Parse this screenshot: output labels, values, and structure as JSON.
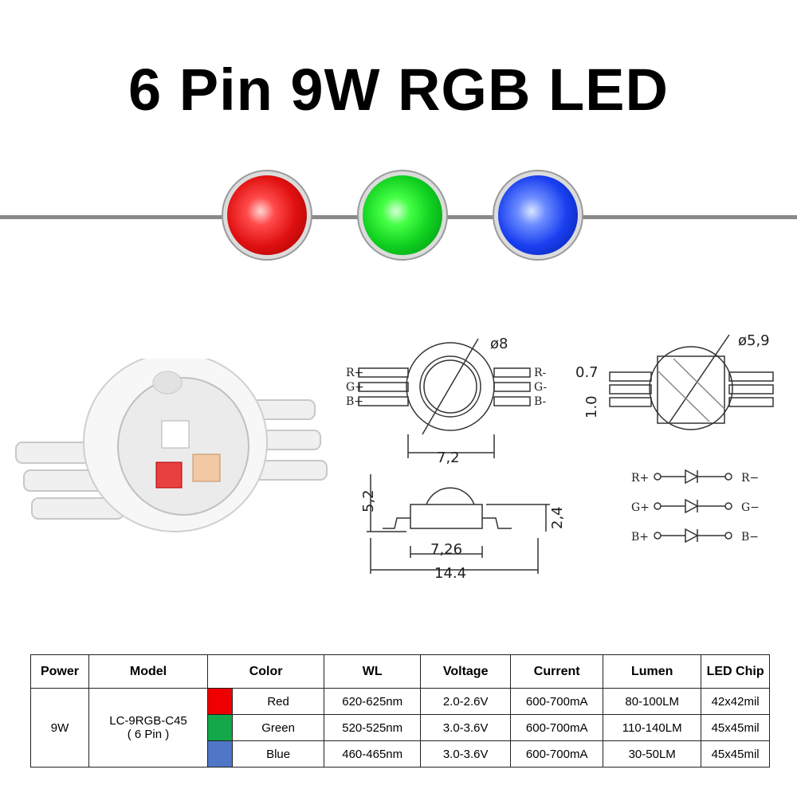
{
  "title": "6 Pin 9W RGB LED",
  "colors": {
    "red": "#ee0000",
    "green": "#13a84a",
    "blue": "#4f76c7"
  },
  "dimensions": {
    "lens_diameter": "ø8",
    "dome_diameter": "ø5,9",
    "body_width": "7,2",
    "pad_width": "0.7",
    "pad_pitch": "1.0",
    "height": "5,2",
    "base_height": "2,4",
    "base_width": "7,26",
    "total_length": "14.4"
  },
  "pins": {
    "left": [
      "R+",
      "G+",
      "B+"
    ],
    "right": [
      "R-",
      "G-",
      "B-"
    ],
    "schematic_left": [
      "R+",
      "G+",
      "B+"
    ],
    "schematic_right": [
      "R−",
      "G−",
      "B−"
    ]
  },
  "table": {
    "headers": [
      "Power",
      "Model",
      "Color",
      "WL",
      "Voltage",
      "Current",
      "Lumen",
      "LED Chip"
    ],
    "power": "9W",
    "model_line1": "LC-9RGB-C45",
    "model_line2": "( 6 Pin )",
    "rows": [
      {
        "color": "Red",
        "wl": "620-625nm",
        "voltage": "2.0-2.6V",
        "current": "600-700mA",
        "lumen": "80-100LM",
        "chip": "42x42mil"
      },
      {
        "color": "Green",
        "wl": "520-525nm",
        "voltage": "3.0-3.6V",
        "current": "600-700mA",
        "lumen": "110-140LM",
        "chip": "45x45mil"
      },
      {
        "color": "Blue",
        "wl": "460-465nm",
        "voltage": "3.0-3.6V",
        "current": "600-700mA",
        "lumen": "30-50LM",
        "chip": "45x45mil"
      }
    ]
  }
}
